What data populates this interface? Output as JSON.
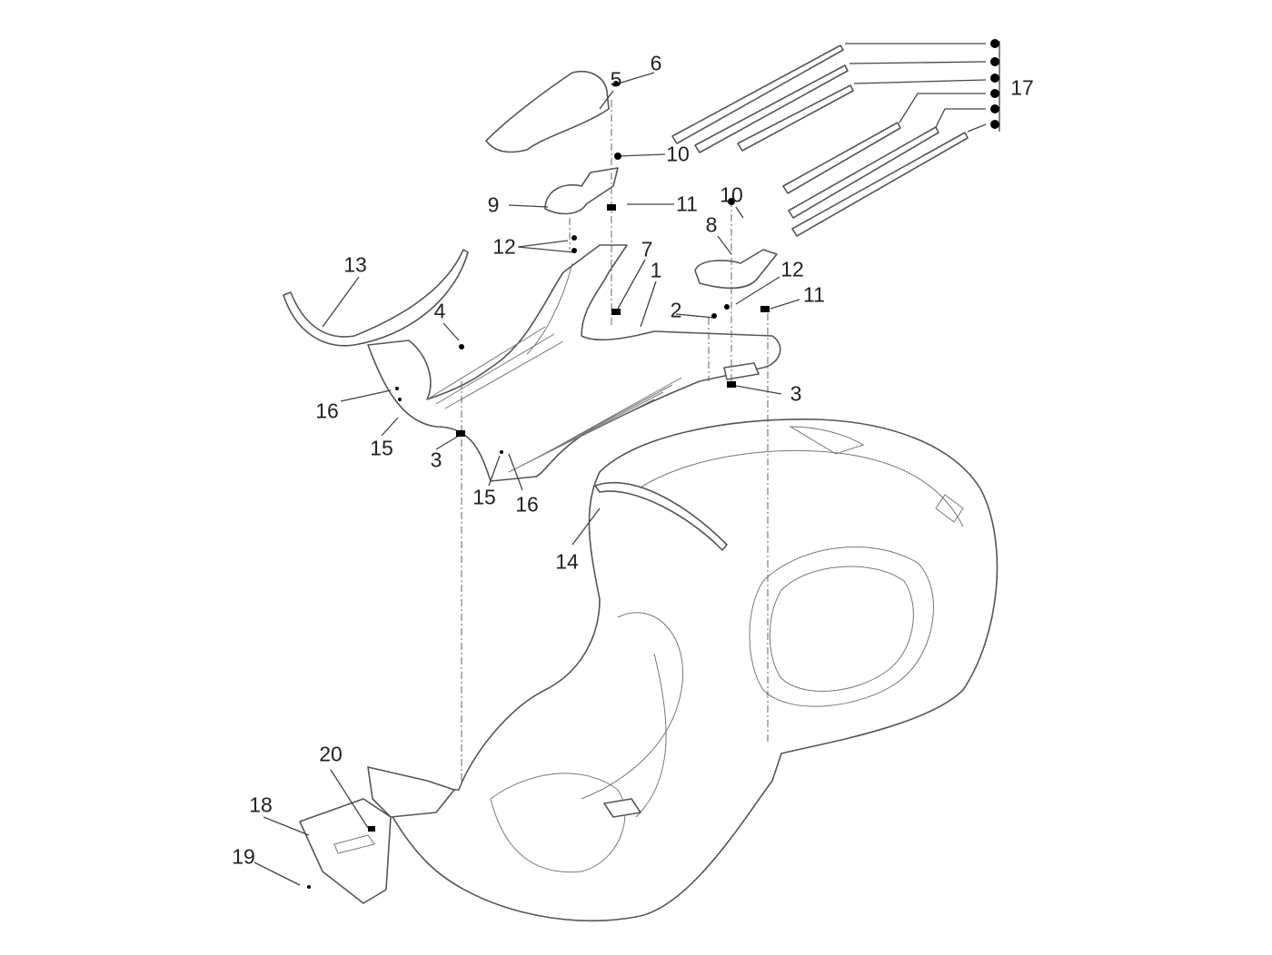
{
  "diagram": {
    "type": "exploded parts diagram",
    "line_color": "#555555",
    "background": "#ffffff",
    "callouts": [
      "5",
      "6",
      "10",
      "9",
      "11",
      "10",
      "8",
      "12",
      "7",
      "1",
      "12",
      "13",
      "4",
      "2",
      "11",
      "16",
      "3",
      "15",
      "3",
      "15",
      "16",
      "14",
      "17",
      "20",
      "18",
      "19"
    ]
  }
}
